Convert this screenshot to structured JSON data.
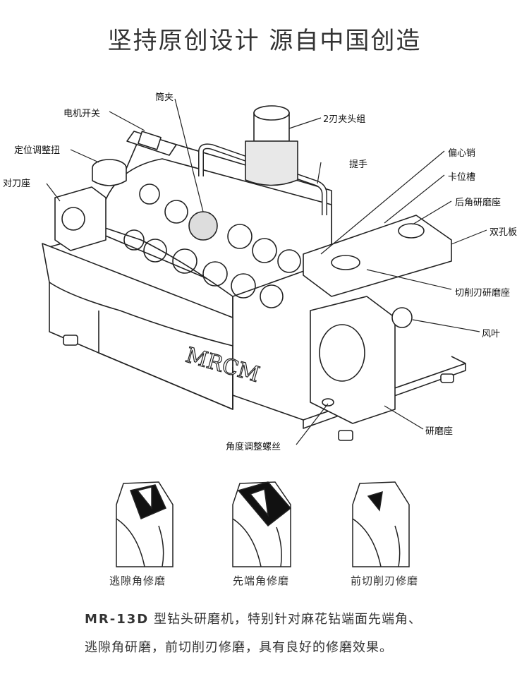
{
  "headline": "坚持原创设计   源自中国创造",
  "labels": {
    "switch": "电机开关",
    "collet": "筒夹",
    "two_edge_chuck": "2刃夹头组",
    "positioning_knob": "定位调整扭",
    "handle": "提手",
    "eccentric_pin": "偏心销",
    "tool_seat": "对刀座",
    "clamp_groove": "卡位槽",
    "rear_angle_seat": "后角研磨座",
    "double_hole_plate": "双孔板",
    "cutting_edge_seat": "切削刃研磨座",
    "fan_blade": "风叶",
    "grinding_seat": "研磨座",
    "angle_screw": "角度调整螺丝"
  },
  "brand_mark": "MRCM",
  "tip_captions": [
    "逃隙角修磨",
    "先端角修磨",
    "前切削刃修磨"
  ],
  "description": {
    "model": "MR-13D",
    "line1_rest": " 型钻头研磨机，特别针对麻花钻端面先端角、",
    "line2": "逃隙角研磨，前切削刃修磨，具有良好的修磨效果。"
  }
}
